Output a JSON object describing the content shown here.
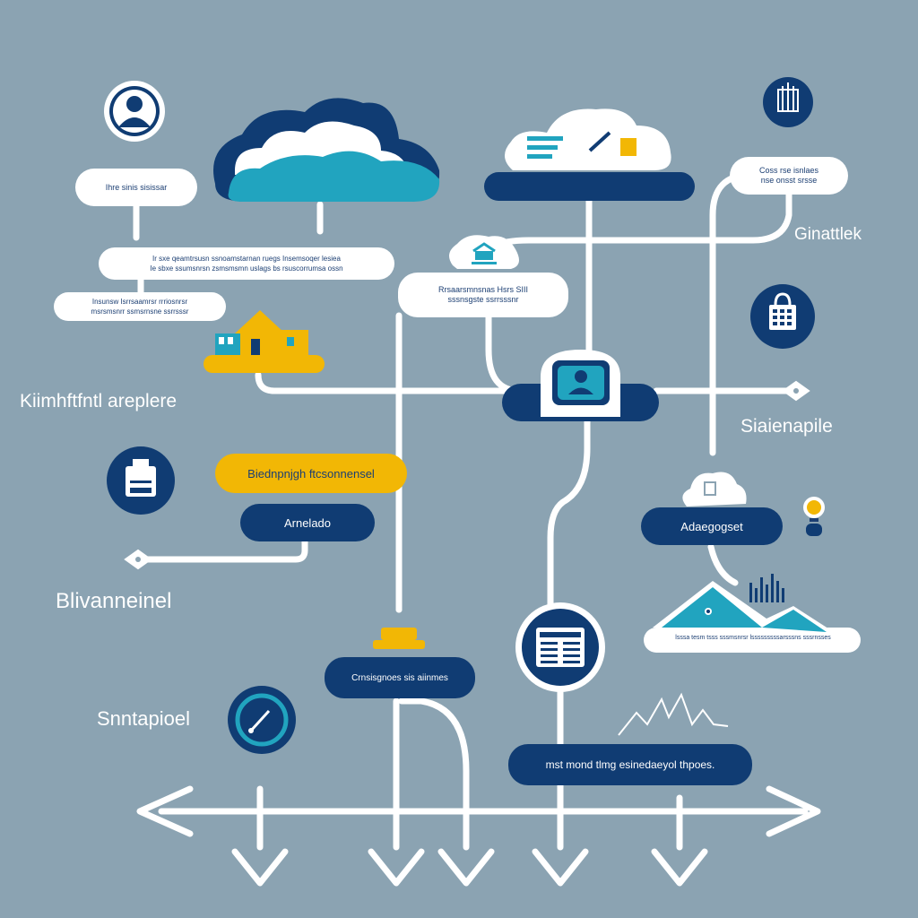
{
  "colors": {
    "background": "#8ba3b2",
    "navy": "#103c73",
    "teal": "#21a4bf",
    "yellow": "#f2b705",
    "white": "#ffffff"
  },
  "side_labels": {
    "left_1": "Kiimhftfntl areplere",
    "left_2": "Blivanneinel",
    "left_3": "Snntapioel",
    "right_1": "Ginattlek",
    "right_2": "Siaienapile"
  },
  "boxes": {
    "top_left_small": "Ihre sinis sisissar",
    "mid_left_long": "Ir sxe qeamtrsusn ssnoamstarnan ruegs  Insemsoqer lesiea\nIe sbxe ssumsnrsn zsmsmsmn uslags bs rsuscorrumsa ossn",
    "left_small_2": "Insunsw Isrrsaamrsr rrriosnrsr\nmsrsmsnrr ssmsrnsne ssrrsssr",
    "center_cloud_text": "Rrsaarsmnsnas  Hsrs  SIII\nsssnsgste ssrrsssnr",
    "top_right_small": "Coss rse isnlaes\nnse onsst srsse",
    "yellow_label": "Biednpnjgh ftcsonnensel",
    "navy_left": "Arnelado",
    "navy_right": "Adaegogset",
    "navy_bottom_center": "Crnsisgnoes sis aiinmes",
    "navy_bottom_wide": "mst mond tlmg esinedaeyol thpoes.",
    "mountain_caption": "lsssa tesm tsss sssmsnrsr  lsssssssssarsssns  sssrnsses"
  },
  "icons": [
    "user-avatar-icon",
    "cloud-icon",
    "document-cloud-icon",
    "building-icon",
    "calendar-icon",
    "house-icon",
    "user-card-icon",
    "printer-icon",
    "browser-window-icon",
    "gauge-icon",
    "lightbulb-icon",
    "mountain-chart-icon",
    "trend-line-icon",
    "box-icon"
  ]
}
